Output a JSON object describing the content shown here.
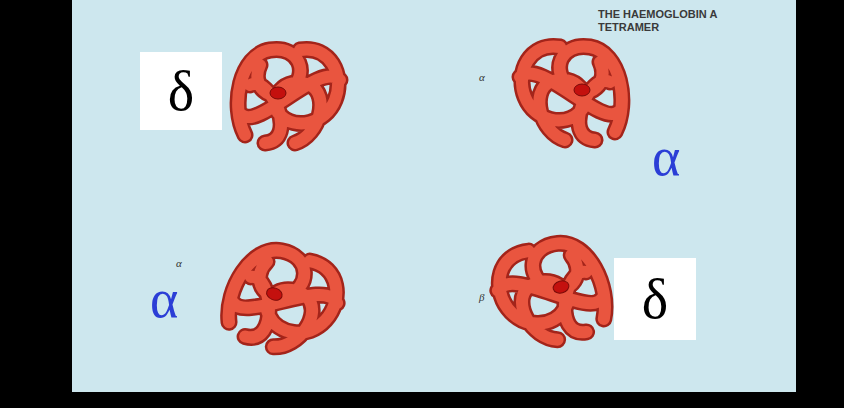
{
  "diagram": {
    "title": "THE HAEMOGLOBIN A TETRAMER",
    "nodes": [
      {
        "text": [
          "δ"
        ]
      },
      {
        "text": [
          "δ"
        ]
      }
    ],
    "labels": [
      "α",
      "α",
      "α",
      "α",
      "β"
    ]
  }
}
